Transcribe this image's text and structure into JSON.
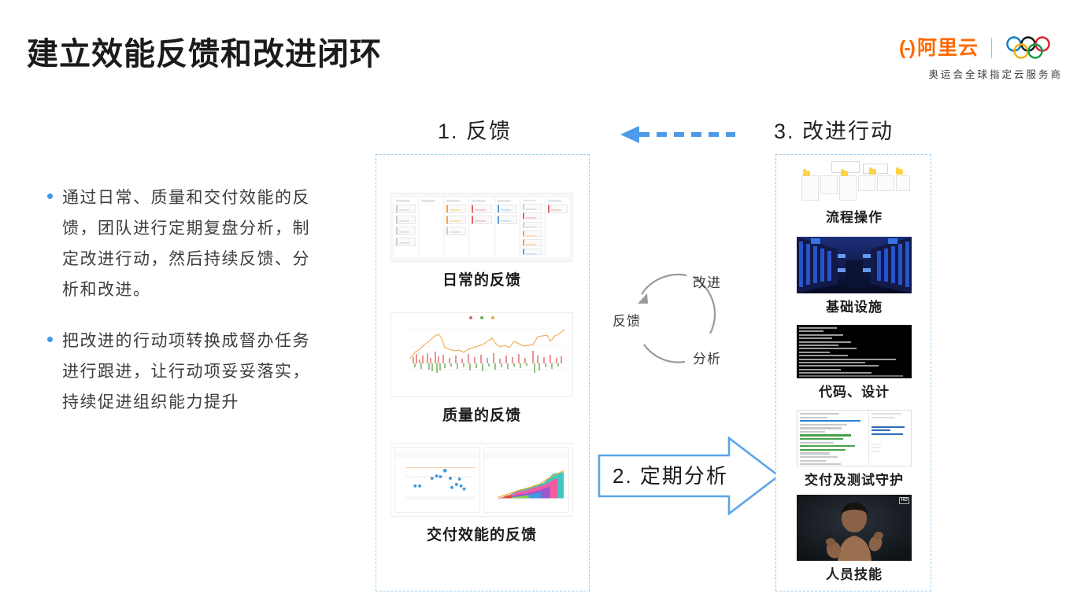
{
  "slide": {
    "title": "建立效能反馈和改进闭环"
  },
  "brand": {
    "mark": "(-)",
    "name": "阿里云",
    "rings_icon": "olympic-rings-icon",
    "subtitle": "奥运会全球指定云服务商",
    "accent_color": "#ff6a00"
  },
  "bullets": [
    {
      "text": "通过日常、质量和交付效能的反馈，团队进行定期复盘分析，制定改进行动，然后持续反馈、分析和改进。"
    },
    {
      "text": "把改进的行动项转换成督办任务进行跟进，让行动项妥妥落实，持续促进组织能力提升"
    }
  ],
  "feedback_column": {
    "heading": "1. 反馈",
    "items": [
      {
        "caption": "日常的反馈",
        "thumbnail": "kanban-board-screenshot"
      },
      {
        "caption": "质量的反馈",
        "thumbnail": "quality-trend-chart-screenshot"
      },
      {
        "caption": "交付效能的反馈",
        "thumbnail": "delivery-scatter-and-area-chart-screenshot"
      }
    ]
  },
  "cycle": {
    "feedback": "反馈",
    "improve": "改进",
    "analyze": "分析"
  },
  "analysis_arrow": {
    "label": "2. 定期分析",
    "color": "#5aa5e8"
  },
  "dashed_arrow": {
    "icon": "dashed-left-arrow-icon",
    "color": "#4d9ae8"
  },
  "action_column": {
    "heading": "3. 改进行动",
    "items": [
      {
        "caption": "流程操作",
        "thumbnail": "process-flow-screenshot"
      },
      {
        "caption": "基础设施",
        "thumbnail": "datacenter-photo"
      },
      {
        "caption": "代码、设计",
        "thumbnail": "terminal-screenshot"
      },
      {
        "caption": "交付及测试守护",
        "thumbnail": "test-case-document-screenshot"
      },
      {
        "caption": "人员技能",
        "thumbnail": "person-portrait-photo"
      }
    ]
  },
  "colors": {
    "bullet_dot": "#3e9bea",
    "dashed_border": "#9ccdf0",
    "cycle_stroke": "#9a9a9a"
  }
}
